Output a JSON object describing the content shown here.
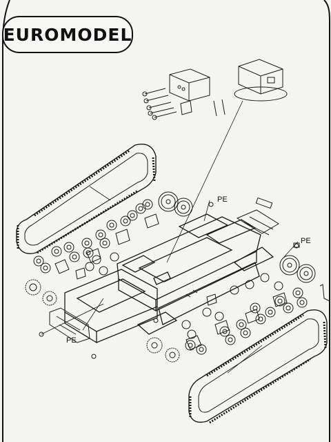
{
  "brand": {
    "name": "EUROMODEL"
  },
  "labels": {
    "pe_upper": "PE",
    "pe_right": "PE",
    "pe_lower": "PE"
  },
  "colors": {
    "ink": "#1a1a1a",
    "paper": "#f4f4f2"
  }
}
